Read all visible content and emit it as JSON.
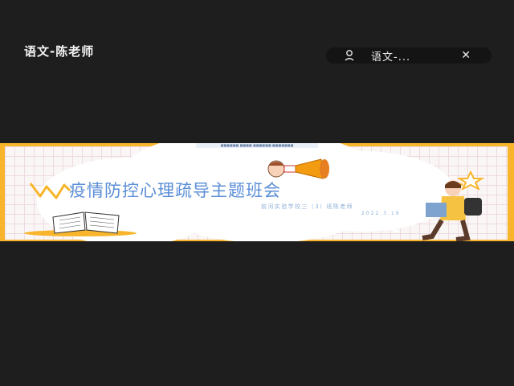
{
  "window": {
    "title": "语文-陈老师"
  },
  "session_pill": {
    "label": "语文-...",
    "close_glyph": "✕",
    "icon": "person-icon"
  },
  "slide": {
    "title": "疫情防控心理疏导主题班会",
    "school": "前河实验学校三（3）班陈老师",
    "date": "2022.3.19"
  },
  "colors": {
    "background": "#1e1e1e",
    "slide_border": "#f8b52c",
    "title_blue": "#5b8ed6",
    "grid_pink": "#ecdbe1"
  }
}
